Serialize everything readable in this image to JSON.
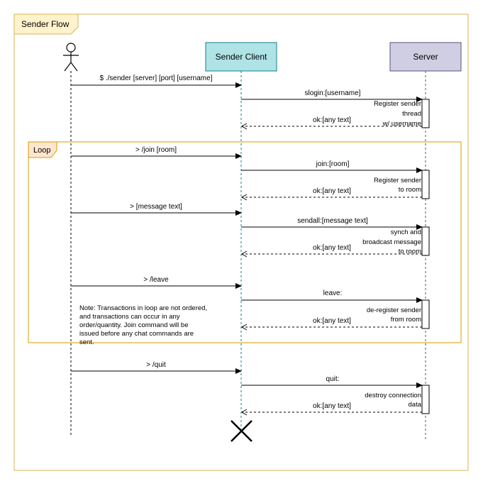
{
  "frame": {
    "title": "Sender Flow"
  },
  "lifelines": {
    "client": "Sender Client",
    "server": "Server"
  },
  "loop": {
    "label": "Loop"
  },
  "messages": {
    "m1": "$ ./sender [server] [port] [username]",
    "m2": "slogin:[username]",
    "m2_reply": "ok:[any text]",
    "m3": "> /join  [room]",
    "m4": "join:[room]",
    "m4_reply": "ok:[any text]",
    "m5": "> [message text]",
    "m6": "sendall:[message text]",
    "m6_reply": "ok:[any text]",
    "m7": "> /leave",
    "m8": "leave:",
    "m8_reply": "ok:[any text]",
    "m9": "> /quit",
    "m10": "quit:",
    "m10_reply": "ok:[any text]"
  },
  "activations": {
    "a1": [
      "Register sender",
      "thread",
      "w/ username"
    ],
    "a2": [
      "Register sender",
      "to room"
    ],
    "a3": [
      "synch and",
      "broadcast message",
      "to room"
    ],
    "a4": [
      "de-register sender",
      "from room"
    ],
    "a5": [
      "destroy connection",
      "data"
    ]
  },
  "note": [
    "Note: Transactions in loop are not ordered,",
    "and transactions can occur in any",
    "order/quantity. Join command will be",
    "issued before any chat commands are",
    "sent."
  ],
  "colors": {
    "frame_border": "#d6b656",
    "frame_fill": "#fff2cc",
    "client_fill": "#b0e3e6",
    "client_border": "#0e8088",
    "server_fill": "#d0cee2",
    "server_border": "#56517e",
    "loop_border": "#d79b00",
    "loop_fill": "#ffe6cc"
  }
}
